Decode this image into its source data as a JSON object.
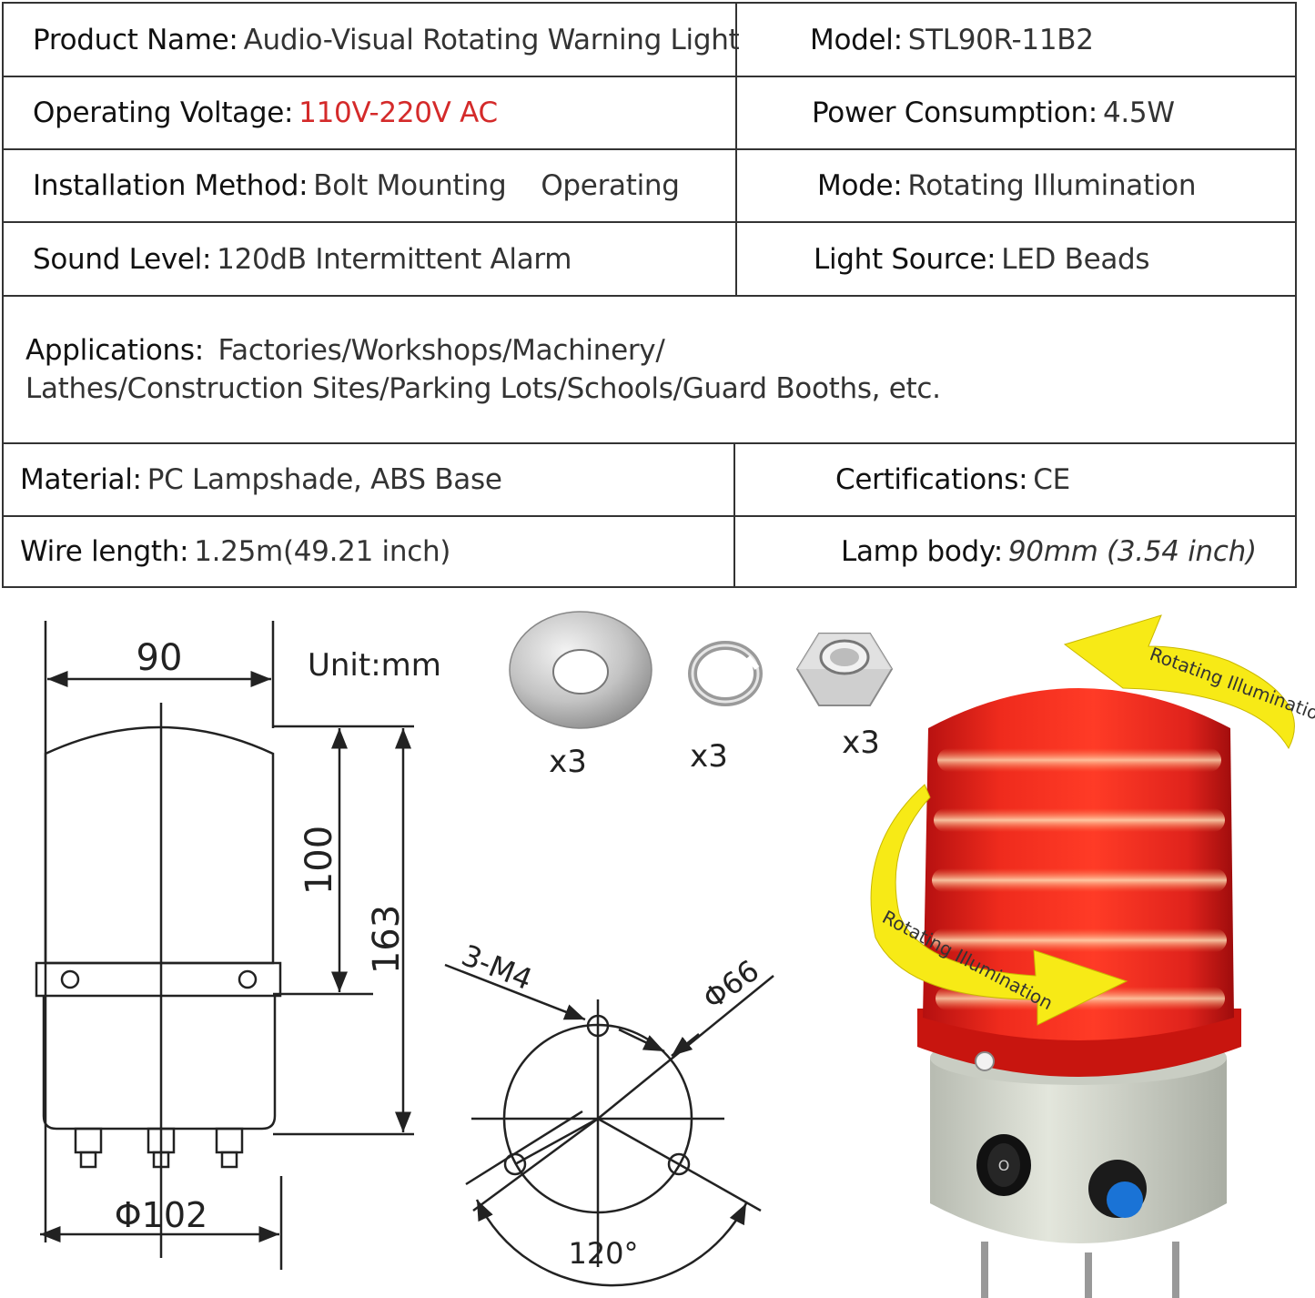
{
  "specs": {
    "product_name": {
      "label": "Product Name:",
      "value": "Audio-Visual Rotating Warning Light"
    },
    "model": {
      "label": "Model:",
      "value": "STL90R-11B2"
    },
    "operating_voltage": {
      "label": "Operating Voltage:",
      "value": "110V-220V AC"
    },
    "power_consumption": {
      "label": "Power Consumption:",
      "value": "4.5W"
    },
    "installation_method": {
      "label": "Installation Method:",
      "value": "Bolt Mounting",
      "extra": "Operating"
    },
    "mode": {
      "label": "Mode:",
      "value": "Rotating Illumination"
    },
    "sound_level": {
      "label": "Sound Level:",
      "value": "120dB Intermittent Alarm"
    },
    "light_source": {
      "label": "Light Source:",
      "value": "LED Beads"
    },
    "applications": {
      "label": "Applications:",
      "line1": "Factories/Workshops/Machinery/",
      "line2": "Lathes/Construction Sites/Parking Lots/Schools/Guard Booths, etc."
    },
    "material": {
      "label": "Material:",
      "value": "PC Lampshade, ABS Base"
    },
    "certifications": {
      "label": "Certifications:",
      "value": "CE"
    },
    "wire_length": {
      "label": "Wire length:",
      "value": "1.25m(49.21 inch)"
    },
    "lamp_body": {
      "label": "Lamp body:",
      "value": "90mm (3.54 inch)"
    }
  },
  "drawing": {
    "width_dim": "90",
    "unit": "Unit:mm",
    "dome_height": "100",
    "total_height": "163",
    "base_diameter": "Φ102",
    "hole_spec": "3-M4",
    "bolt_circle": "Φ66",
    "angle": "120°"
  },
  "hardware": {
    "washer_qty": "x3",
    "spring_washer_qty": "x3",
    "nut_qty": "x3"
  },
  "photo": {
    "arrow_label_top": "Rotating Illumination",
    "arrow_label_bottom": "Rotating Illumination"
  },
  "colors": {
    "voltage_red": "#d42a2a",
    "lamp_red": "#e0231c",
    "arrow_yellow": "#f7ea16",
    "base_grey": "#d9ddd2"
  }
}
